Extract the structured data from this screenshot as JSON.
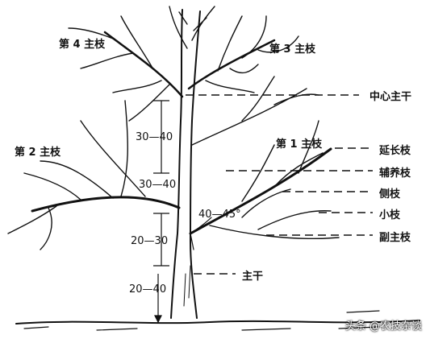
{
  "labels": {
    "branch4": "第 4 主枝",
    "branch3": "第 3 主枝",
    "branch2": "第 2 主枝",
    "branch1": "第 1 主枝",
    "central_leader": "中心主干",
    "extension_shoot": "延长枝",
    "auxiliary_shoot": "辅养枝",
    "lateral_shoot": "侧枝",
    "twig": "小枝",
    "sub_main_branch": "副主枝",
    "trunk": "主干",
    "angle": "40—45°",
    "dim_upper": "30—40",
    "dim_middle": "30—40",
    "dim_lower": "20—30",
    "dim_bottom": "20—40"
  },
  "watermark": "头条 @农技杂谈",
  "colors": {
    "ink": "#111111",
    "background": "#ffffff"
  }
}
